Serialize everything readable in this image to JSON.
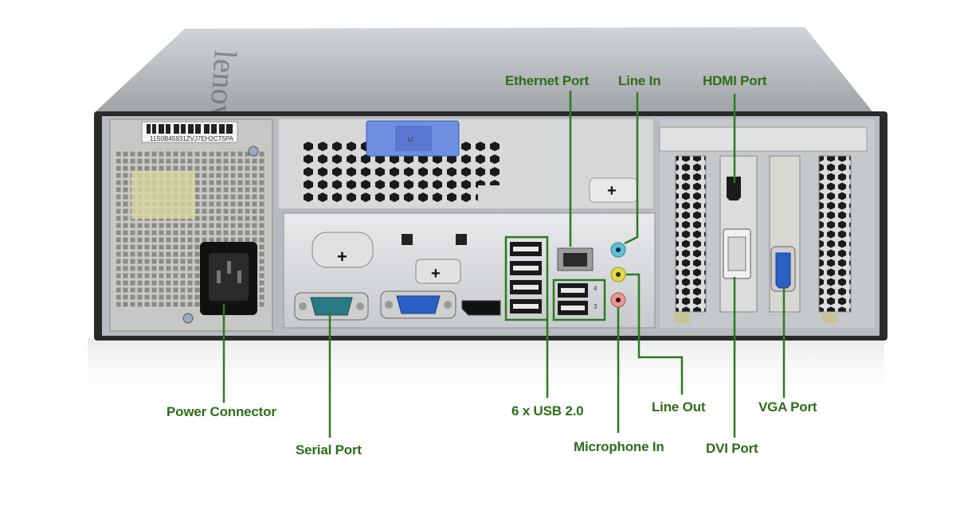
{
  "product": {
    "brand_logo": "lenovo",
    "serial_label": "11S0B45931ZVJ7EH2CT5PA",
    "knob_marking": "LI"
  },
  "callouts": {
    "ethernet": "Ethernet Port",
    "line_in": "Line In",
    "hdmi": "HDMI Port",
    "power": "Power Connector",
    "serial": "Serial Port",
    "usb": "6 x USB 2.0",
    "line_out": "Line Out",
    "vga_card": "VGA Port",
    "microphone": "Microphone In",
    "dvi": "DVI Port"
  },
  "usb_port_numbers": [
    "4",
    "3"
  ],
  "colors": {
    "callout_text": "#2c6e17",
    "leader_line": "#2c7a1e",
    "line_in_jack": "#5ec0d8",
    "line_out_jack": "#e3d94a",
    "mic_jack": "#e69a94",
    "vga_connector": "#2a5fc4",
    "serial_connector": "#2a7a86",
    "release_latch": "#6f8fe0"
  }
}
